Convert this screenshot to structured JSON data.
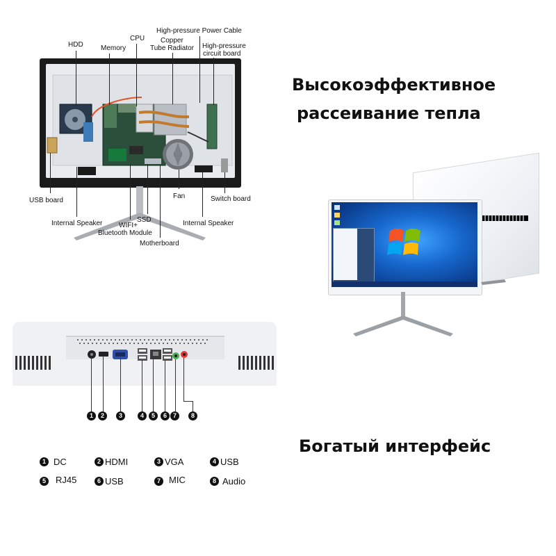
{
  "headings": {
    "heat_line1": "Высокоэффективное",
    "heat_line2": "рассеивание тепла",
    "interface": "Богатый интерфейс"
  },
  "diagram": {
    "labels": {
      "hdd": "HDD",
      "memory": "Memory",
      "cpu": "CPU",
      "power_cable": "High-pressure Power Cable",
      "radiator_line1": "Copper",
      "radiator_line2": "Tube Radiator",
      "circuit_line1": "High-pressure",
      "circuit_line2": "circuit board",
      "usb_board": "USB board",
      "fan": "Fan",
      "switch_board": "Switch board",
      "internal_speaker_left": "Internal Speaker",
      "ssd": "SSD",
      "wifi_line1": "WIFI+",
      "wifi_line2": "Bluetooth Module",
      "motherboard": "Motherboard",
      "internal_speaker_right": "Internal Speaker"
    }
  },
  "ports": {
    "numbers": [
      "1",
      "2",
      "3",
      "4",
      "5",
      "6",
      "7",
      "8"
    ],
    "legend": [
      {
        "num": "1",
        "label": "DC"
      },
      {
        "num": "2",
        "label": "HDMI"
      },
      {
        "num": "3",
        "label": "VGA"
      },
      {
        "num": "4",
        "label": "USB"
      },
      {
        "num": "5",
        "label": "RJ45"
      },
      {
        "num": "6",
        "label": "USB"
      },
      {
        "num": "7",
        "label": "MIC"
      },
      {
        "num": "8",
        "label": "Audio"
      }
    ]
  },
  "colors": {
    "text": "#111111",
    "screen_blue": "#1767cc",
    "mic_port": "#4caf50",
    "audio_port": "#e53935"
  },
  "icons": {
    "os_logo": "windows-flag-icon"
  }
}
